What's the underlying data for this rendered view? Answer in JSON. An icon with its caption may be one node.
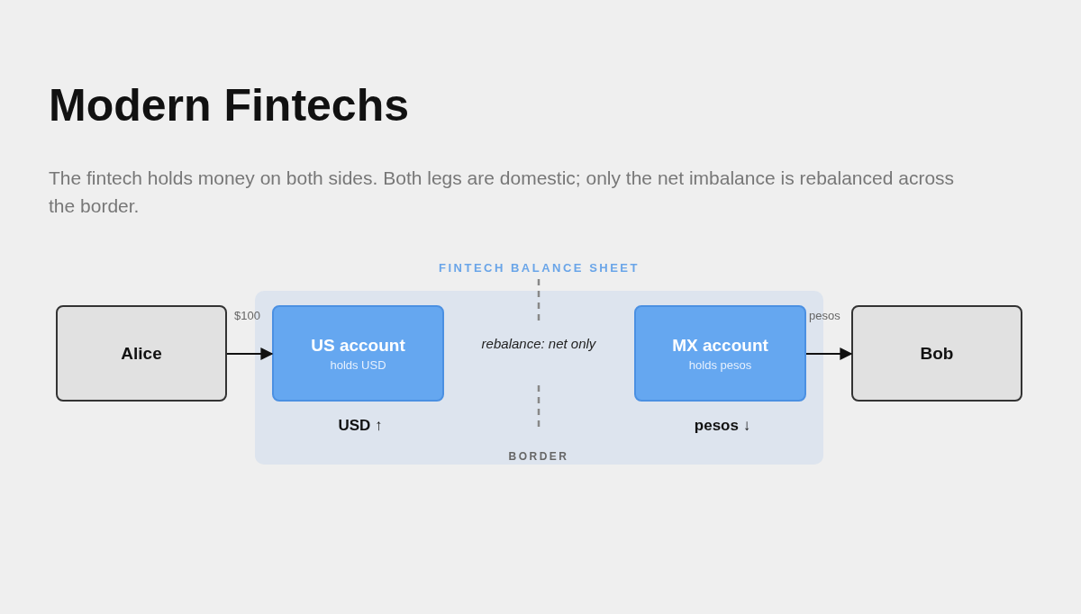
{
  "diagram": {
    "title": "Modern Fintechs",
    "nodes": [
      {
        "text": [
          "FINTECH BALANCE SHEET"
        ]
      },
      {
        "text": [
          "Alice"
        ]
      },
      {
        "text": [
          "US account",
          "holds USD"
        ],
        "in": 0,
        "beside": [
          "USD ↑"
        ]
      },
      {
        "text": [
          "MX account",
          "holds pesos"
        ],
        "in": 0,
        "beside": [
          "pesos ↓"
        ]
      },
      {
        "text": [
          "Bob"
        ]
      }
    ],
    "edges": [
      {
        "from": 1,
        "to": 2,
        "arrow": "to",
        "label": "$100"
      },
      {
        "from": 3,
        "to": 4,
        "arrow": "to",
        "label": "pesos"
      }
    ],
    "labels": [
      "The fintech holds money on both sides. Both legs are domestic; only the net imbalance is rebalanced across the border.",
      "rebalance: net only",
      "BORDER"
    ]
  }
}
